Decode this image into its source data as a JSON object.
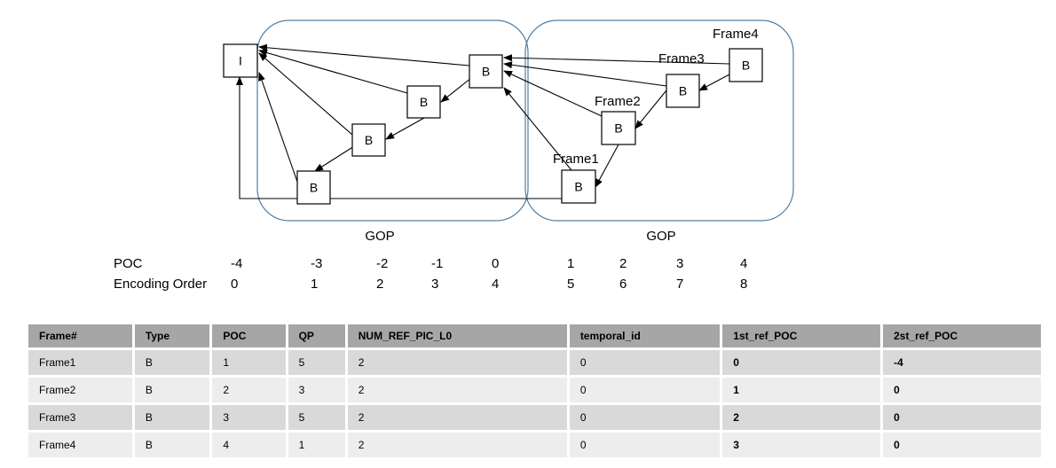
{
  "diagram": {
    "frames": [
      {
        "id": "I",
        "label": "I"
      },
      {
        "id": "B_m3",
        "label": "B"
      },
      {
        "id": "B_m2",
        "label": "B"
      },
      {
        "id": "B_m1",
        "label": "B"
      },
      {
        "id": "B_0",
        "label": "B"
      },
      {
        "id": "B_1",
        "label": "B",
        "caption": "Frame1"
      },
      {
        "id": "B_2",
        "label": "B",
        "caption": "Frame2"
      },
      {
        "id": "B_3",
        "label": "B",
        "caption": "Frame3"
      },
      {
        "id": "B_4",
        "label": "B",
        "caption": "Frame4"
      }
    ],
    "edges": [
      {
        "from": "B_0",
        "to": "I"
      },
      {
        "from": "B_0",
        "to": "B_m1"
      },
      {
        "from": "B_m1",
        "to": "I"
      },
      {
        "from": "B_m1",
        "to": "B_m2"
      },
      {
        "from": "B_m2",
        "to": "I"
      },
      {
        "from": "B_m2",
        "to": "B_m3"
      },
      {
        "from": "B_m3",
        "to": "I"
      },
      {
        "from": "B_1",
        "to": "I"
      },
      {
        "from": "B_1",
        "to": "B_0"
      },
      {
        "from": "B_2",
        "to": "B_1"
      },
      {
        "from": "B_2",
        "to": "B_0"
      },
      {
        "from": "B_3",
        "to": "B_2"
      },
      {
        "from": "B_3",
        "to": "B_0"
      },
      {
        "from": "B_4",
        "to": "B_3"
      },
      {
        "from": "B_4",
        "to": "B_0"
      }
    ],
    "gop_labels": [
      "GOP",
      "GOP"
    ]
  },
  "rows": {
    "poc": {
      "label": "POC",
      "values": [
        "-4",
        "-3",
        "-2",
        "-1",
        "0",
        "1",
        "2",
        "3",
        "4"
      ]
    },
    "encoding": {
      "label": "Encoding Order",
      "values": [
        "0",
        "1",
        "2",
        "3",
        "4",
        "5",
        "6",
        "7",
        "8"
      ]
    }
  },
  "table": {
    "headers": [
      "Frame#",
      "Type",
      "POC",
      "QP",
      "NUM_REF_PIC_L0",
      "temporal_id",
      "1st_ref_POC",
      "2st_ref_POC"
    ],
    "rows": [
      [
        "Frame1",
        "B",
        "1",
        "5",
        "2",
        "0",
        "0",
        "-4"
      ],
      [
        "Frame2",
        "B",
        "2",
        "3",
        "2",
        "0",
        "1",
        "0"
      ],
      [
        "Frame3",
        "B",
        "3",
        "5",
        "2",
        "0",
        "2",
        "0"
      ],
      [
        "Frame4",
        "B",
        "4",
        "1",
        "2",
        "0",
        "3",
        "0"
      ]
    ]
  }
}
